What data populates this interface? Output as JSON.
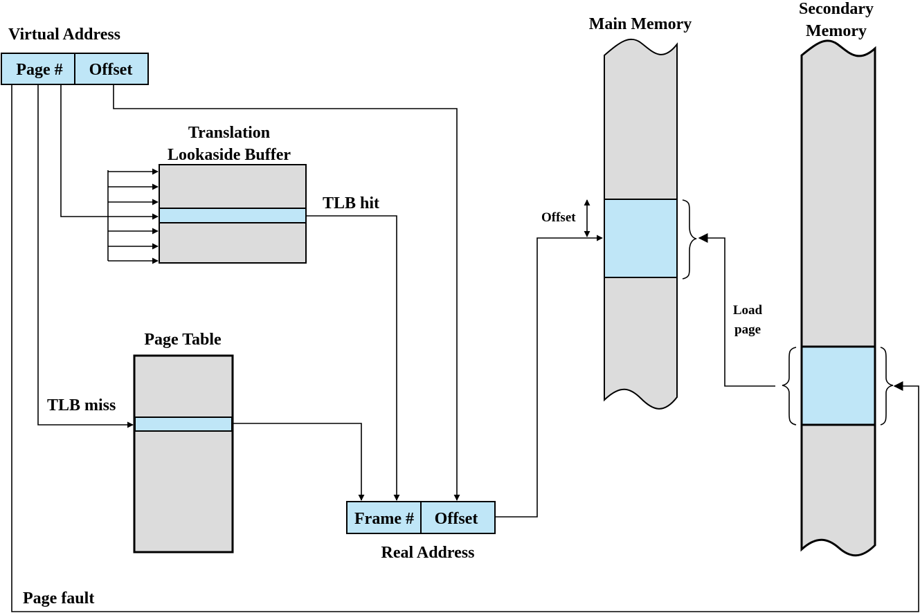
{
  "virtual_address": {
    "title": "Virtual Address",
    "page_field": "Page #",
    "offset_field": "Offset"
  },
  "tlb": {
    "title_line1": "Translation",
    "title_line2": "Lookaside Buffer",
    "hit_label": "TLB hit"
  },
  "page_table": {
    "title": "Page Table",
    "miss_label": "TLB miss"
  },
  "real_address": {
    "title": "Real Address",
    "frame_field": "Frame #",
    "offset_field": "Offset"
  },
  "main_memory": {
    "title": "Main Memory",
    "offset_label": "Offset"
  },
  "secondary_memory": {
    "title_line1": "Secondary",
    "title_line2": "Memory"
  },
  "load_page": {
    "line1": "Load",
    "line2": "page"
  },
  "page_fault": {
    "label": "Page fault"
  },
  "colors": {
    "highlight": "#bfe6f7",
    "storage": "#dcdcdc",
    "stroke": "#000000"
  }
}
